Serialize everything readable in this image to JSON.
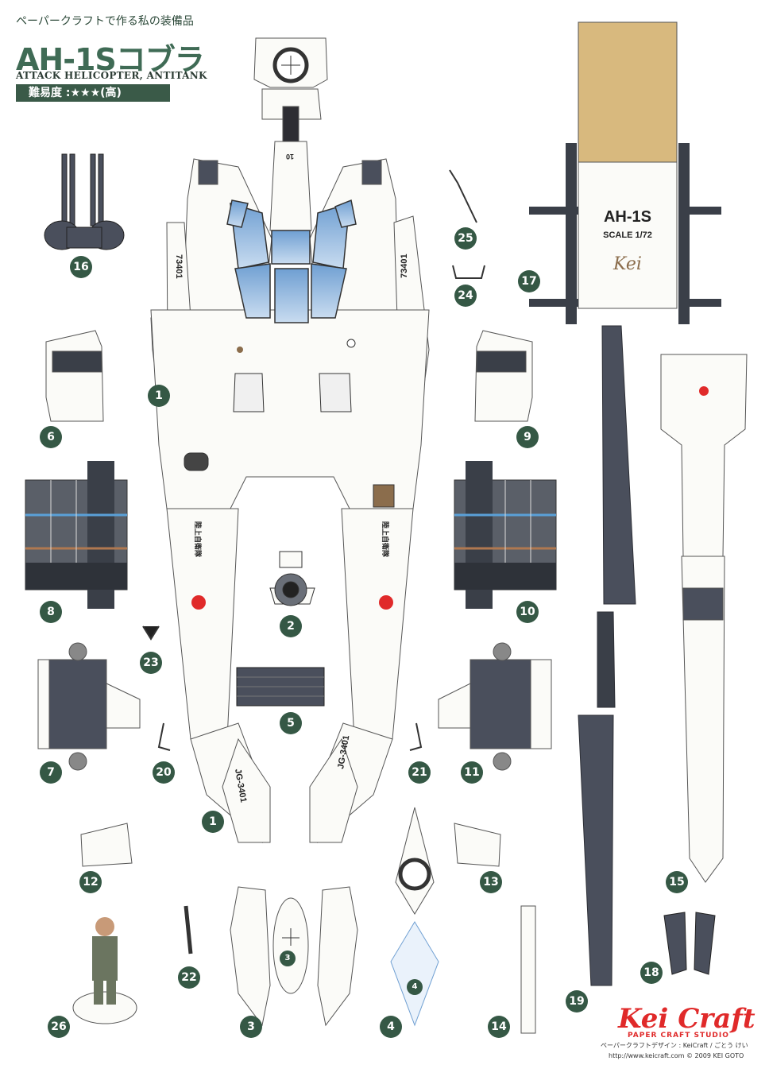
{
  "header": {
    "subtitle": "ペーパークラフトで作る私の装備品",
    "title": "AH-1Sコブラ",
    "english": "ATTACK HELICOPTER, ANTITANK",
    "difficulty": "難易度 :★★★(高)"
  },
  "parts": {
    "numbers": [
      "1",
      "1",
      "2",
      "3",
      "3",
      "4",
      "4",
      "5",
      "6",
      "7",
      "8",
      "9",
      "10",
      "11",
      "12",
      "13",
      "14",
      "15",
      "16",
      "17",
      "18",
      "19",
      "20",
      "21",
      "22",
      "23",
      "24",
      "25",
      "26"
    ],
    "p1": "1",
    "p1b": "1",
    "p2": "2",
    "p3": "3",
    "p3b": "3",
    "p4": "4",
    "p4b": "4",
    "p5": "5",
    "p6": "6",
    "p7": "7",
    "p8": "8",
    "p9": "9",
    "p10": "10",
    "p11": "11",
    "p12": "12",
    "p13": "13",
    "p14": "14",
    "p15": "15",
    "p16": "16",
    "p17": "17",
    "p18": "18",
    "p19": "19",
    "p20": "20",
    "p21": "21",
    "p22": "22",
    "p23": "23",
    "p24": "24",
    "p25": "25",
    "p26": "26"
  },
  "markings": {
    "serial_left": "73401",
    "serial_right": "73401",
    "tail_left": "JG-3401",
    "tail_right": "JG-3401",
    "jgsdf_left": "陸上自衛隊",
    "jgsdf_right": "陸上自衛隊",
    "nose": "10"
  },
  "stand": {
    "model": "AH-1S",
    "scale": "SCALE 1/72",
    "signature": "Kei"
  },
  "footer": {
    "brand": "Kei Craft",
    "studio": "PAPER CRAFT STUDIO",
    "credit_line1": "ペーパークラフトデザイン : KeiCraft / ごとう けい",
    "credit_line2": "http://www.keicraft.com  © 2009 KEI GOTO"
  },
  "colors": {
    "accent": "#355845",
    "dark_gray": "#4a4f5c",
    "glass": "#8fb6dd",
    "tan": "#d8b97e",
    "red": "#e02a2a"
  }
}
